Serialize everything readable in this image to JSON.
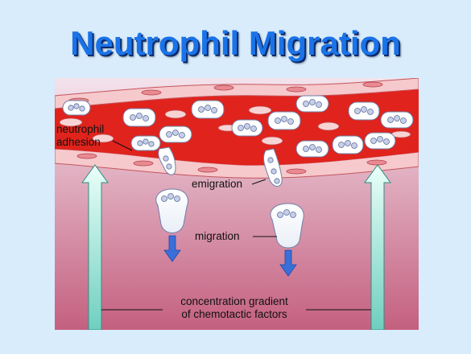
{
  "title": "Neutrophil Migration",
  "labels": {
    "adhesion_line1": "neutrophil",
    "adhesion_line2": "adhesion",
    "emigration": "emigration",
    "migration": "migration",
    "gradient_line1": "concentration gradient",
    "gradient_line2": "of chemotactic factors"
  },
  "colors": {
    "background": "#d9ecfb",
    "title": "#1a73e8",
    "blood": "#e0231c",
    "vessel_wall": "#f4c2c6",
    "tissue_top": "#efdbe6",
    "tissue_bottom": "#c96a86",
    "gradient_arrow": "#7fd6c4",
    "migration_arrow": "#3a6fd8"
  }
}
